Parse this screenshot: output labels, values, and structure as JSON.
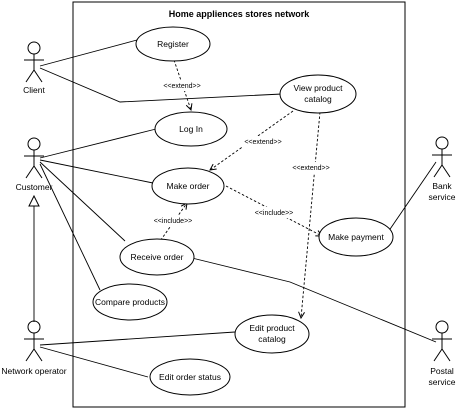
{
  "system": {
    "title": "Home appliences stores network"
  },
  "actors": {
    "client": "Client",
    "customer": "Customer",
    "network_operator": "Network operator",
    "bank": [
      "Bank",
      "service"
    ],
    "postal": [
      "Postal",
      "service"
    ]
  },
  "use_cases": {
    "register": [
      "Register"
    ],
    "view_catalog": [
      "View product",
      "catalog"
    ],
    "login": [
      "Log In"
    ],
    "make_order": [
      "Make order"
    ],
    "receive_order": [
      "Receive order"
    ],
    "make_payment": [
      "Make payment"
    ],
    "compare_products": [
      "Compare products"
    ],
    "edit_catalog": [
      "Edit product",
      "catalog"
    ],
    "edit_status": [
      "Edit order status"
    ]
  },
  "stereotypes": {
    "extend": "<<extend>>",
    "include": "<<include>>"
  }
}
